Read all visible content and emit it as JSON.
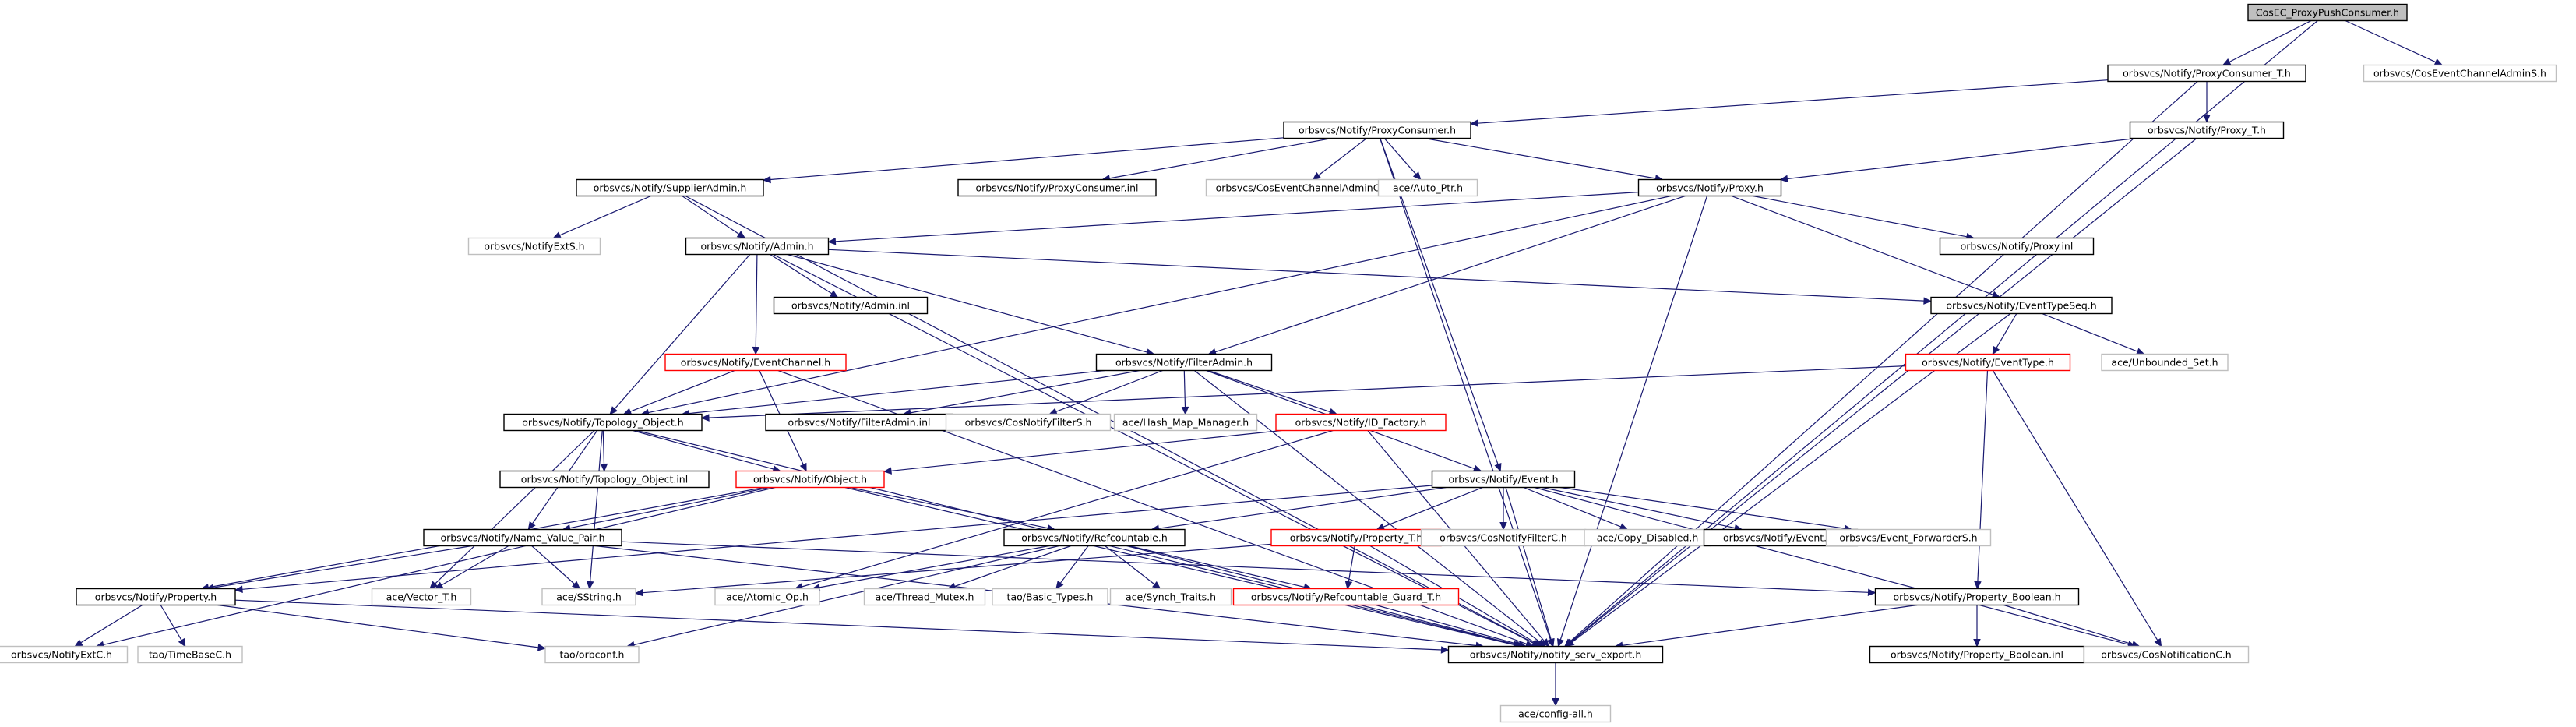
{
  "colors": {
    "edge": "#191970",
    "node_border_documented": "#000000",
    "node_border_undocumented": "#bfbfbf",
    "node_border_truncated": "#ff0000",
    "root_fill": "#bfbfbf"
  },
  "nodes": [
    {
      "id": "root",
      "label": "CosEC_ProxyPushConsumer.h",
      "style": "root"
    },
    {
      "id": "proxyconsumer_t",
      "label": "orbsvcs/Notify/ProxyConsumer_T.h",
      "style": "black"
    },
    {
      "id": "ceca_s",
      "label": "orbsvcs/CosEventChannelAdminS.h",
      "style": "gray"
    },
    {
      "id": "proxyconsumer",
      "label": "orbsvcs/Notify/ProxyConsumer.h",
      "style": "black"
    },
    {
      "id": "proxy_t",
      "label": "orbsvcs/Notify/Proxy_T.h",
      "style": "black"
    },
    {
      "id": "supplieradmin",
      "label": "orbsvcs/Notify/SupplierAdmin.h",
      "style": "black"
    },
    {
      "id": "proxyconsumer_inl",
      "label": "orbsvcs/Notify/ProxyConsumer.inl",
      "style": "black"
    },
    {
      "id": "ceca_c",
      "label": "orbsvcs/CosEventChannelAdminC.h",
      "style": "gray"
    },
    {
      "id": "auto_ptr",
      "label": "ace/Auto_Ptr.h",
      "style": "gray"
    },
    {
      "id": "proxy",
      "label": "orbsvcs/Notify/Proxy.h",
      "style": "black"
    },
    {
      "id": "notifyexts",
      "label": "orbsvcs/NotifyExtS.h",
      "style": "gray"
    },
    {
      "id": "admin",
      "label": "orbsvcs/Notify/Admin.h",
      "style": "black"
    },
    {
      "id": "proxy_inl",
      "label": "orbsvcs/Notify/Proxy.inl",
      "style": "black"
    },
    {
      "id": "admin_inl",
      "label": "orbsvcs/Notify/Admin.inl",
      "style": "black"
    },
    {
      "id": "eventtypeseq",
      "label": "orbsvcs/Notify/EventTypeSeq.h",
      "style": "black"
    },
    {
      "id": "eventchannel",
      "label": "orbsvcs/Notify/EventChannel.h",
      "style": "red"
    },
    {
      "id": "filteradmin",
      "label": "orbsvcs/Notify/FilterAdmin.h",
      "style": "black"
    },
    {
      "id": "eventtype",
      "label": "orbsvcs/Notify/EventType.h",
      "style": "red"
    },
    {
      "id": "unbounded_set",
      "label": "ace/Unbounded_Set.h",
      "style": "gray"
    },
    {
      "id": "topology_object",
      "label": "orbsvcs/Notify/Topology_Object.h",
      "style": "black"
    },
    {
      "id": "filteradmin_inl",
      "label": "orbsvcs/Notify/FilterAdmin.inl",
      "style": "black"
    },
    {
      "id": "cosnotifyfilters",
      "label": "orbsvcs/CosNotifyFilterS.h",
      "style": "gray"
    },
    {
      "id": "hash_map_manager",
      "label": "ace/Hash_Map_Manager.h",
      "style": "gray"
    },
    {
      "id": "id_factory",
      "label": "orbsvcs/Notify/ID_Factory.h",
      "style": "red"
    },
    {
      "id": "topology_object_inl",
      "label": "orbsvcs/Notify/Topology_Object.inl",
      "style": "black"
    },
    {
      "id": "object",
      "label": "orbsvcs/Notify/Object.h",
      "style": "red"
    },
    {
      "id": "event",
      "label": "orbsvcs/Notify/Event.h",
      "style": "black"
    },
    {
      "id": "name_value_pair",
      "label": "orbsvcs/Notify/Name_Value_Pair.h",
      "style": "black"
    },
    {
      "id": "refcountable",
      "label": "orbsvcs/Notify/Refcountable.h",
      "style": "black"
    },
    {
      "id": "property_t",
      "label": "orbsvcs/Notify/Property_T.h",
      "style": "red"
    },
    {
      "id": "cosnotifyfilterc",
      "label": "orbsvcs/CosNotifyFilterC.h",
      "style": "gray"
    },
    {
      "id": "copy_disabled",
      "label": "ace/Copy_Disabled.h",
      "style": "gray"
    },
    {
      "id": "event_inl",
      "label": "orbsvcs/Notify/Event.inl",
      "style": "black"
    },
    {
      "id": "event_forwarders",
      "label": "orbsvcs/Event_ForwarderS.h",
      "style": "gray"
    },
    {
      "id": "property",
      "label": "orbsvcs/Notify/Property.h",
      "style": "black"
    },
    {
      "id": "vector_t",
      "label": "ace/Vector_T.h",
      "style": "gray"
    },
    {
      "id": "sstring",
      "label": "ace/SString.h",
      "style": "gray"
    },
    {
      "id": "atomic_op",
      "label": "ace/Atomic_Op.h",
      "style": "gray"
    },
    {
      "id": "thread_mutex",
      "label": "ace/Thread_Mutex.h",
      "style": "gray"
    },
    {
      "id": "basic_types",
      "label": "tao/Basic_Types.h",
      "style": "gray"
    },
    {
      "id": "synch_traits",
      "label": "ace/Synch_Traits.h",
      "style": "gray"
    },
    {
      "id": "refcountable_guard_t",
      "label": "orbsvcs/Notify/Refcountable_Guard_T.h",
      "style": "red"
    },
    {
      "id": "property_boolean",
      "label": "orbsvcs/Notify/Property_Boolean.h",
      "style": "black"
    },
    {
      "id": "notifyextc",
      "label": "orbsvcs/NotifyExtC.h",
      "style": "gray"
    },
    {
      "id": "timebasec",
      "label": "tao/TimeBaseC.h",
      "style": "gray"
    },
    {
      "id": "orbconf",
      "label": "tao/orbconf.h",
      "style": "gray"
    },
    {
      "id": "notify_serv_export",
      "label": "orbsvcs/Notify/notify_serv_export.h",
      "style": "black"
    },
    {
      "id": "property_boolean_inl",
      "label": "orbsvcs/Notify/Property_Boolean.inl",
      "style": "black"
    },
    {
      "id": "cosnotificationc",
      "label": "orbsvcs/CosNotificationC.h",
      "style": "gray"
    },
    {
      "id": "config_all",
      "label": "ace/config-all.h",
      "style": "gray"
    }
  ],
  "edges": [
    [
      "root",
      "proxyconsumer_t"
    ],
    [
      "root",
      "ceca_s"
    ],
    [
      "root",
      "notify_serv_export"
    ],
    [
      "proxyconsumer_t",
      "proxyconsumer"
    ],
    [
      "proxyconsumer_t",
      "proxy_t"
    ],
    [
      "proxyconsumer_t",
      "notify_serv_export"
    ],
    [
      "proxy_t",
      "proxy"
    ],
    [
      "proxy_t",
      "notify_serv_export"
    ],
    [
      "proxyconsumer",
      "supplieradmin"
    ],
    [
      "proxyconsumer",
      "proxyconsumer_inl"
    ],
    [
      "proxyconsumer",
      "ceca_c"
    ],
    [
      "proxyconsumer",
      "auto_ptr"
    ],
    [
      "proxyconsumer",
      "proxy"
    ],
    [
      "proxyconsumer",
      "event"
    ],
    [
      "proxyconsumer",
      "notify_serv_export"
    ],
    [
      "supplieradmin",
      "notifyexts"
    ],
    [
      "supplieradmin",
      "admin"
    ],
    [
      "supplieradmin",
      "notify_serv_export"
    ],
    [
      "proxy",
      "proxy_inl"
    ],
    [
      "proxy",
      "eventtypeseq"
    ],
    [
      "proxy",
      "filteradmin"
    ],
    [
      "proxy",
      "admin"
    ],
    [
      "proxy",
      "topology_object"
    ],
    [
      "proxy",
      "notify_serv_export"
    ],
    [
      "admin",
      "admin_inl"
    ],
    [
      "admin",
      "eventtypeseq"
    ],
    [
      "admin",
      "filteradmin"
    ],
    [
      "admin",
      "eventchannel"
    ],
    [
      "admin",
      "topology_object"
    ],
    [
      "admin",
      "notify_serv_export"
    ],
    [
      "eventtypeseq",
      "eventtype"
    ],
    [
      "eventtypeseq",
      "unbounded_set"
    ],
    [
      "eventtypeseq",
      "notify_serv_export"
    ],
    [
      "eventtype",
      "topology_object"
    ],
    [
      "eventtype",
      "property_boolean"
    ],
    [
      "eventtype",
      "cosnotificationc"
    ],
    [
      "eventchannel",
      "topology_object"
    ],
    [
      "eventchannel",
      "object"
    ],
    [
      "eventchannel",
      "notify_serv_export"
    ],
    [
      "filteradmin",
      "filteradmin_inl"
    ],
    [
      "filteradmin",
      "cosnotifyfilters"
    ],
    [
      "filteradmin",
      "hash_map_manager"
    ],
    [
      "filteradmin",
      "id_factory"
    ],
    [
      "filteradmin",
      "event"
    ],
    [
      "filteradmin",
      "topology_object"
    ],
    [
      "filteradmin",
      "notify_serv_export"
    ],
    [
      "id_factory",
      "object"
    ],
    [
      "id_factory",
      "atomic_op"
    ],
    [
      "id_factory",
      "notify_serv_export"
    ],
    [
      "topology_object",
      "topology_object_inl"
    ],
    [
      "topology_object",
      "object"
    ],
    [
      "topology_object",
      "name_value_pair"
    ],
    [
      "topology_object",
      "vector_t"
    ],
    [
      "topology_object",
      "sstring"
    ],
    [
      "topology_object",
      "notify_serv_export"
    ],
    [
      "object",
      "refcountable"
    ],
    [
      "object",
      "name_value_pair"
    ],
    [
      "object",
      "property"
    ],
    [
      "object",
      "notifyextc"
    ],
    [
      "object",
      "notify_serv_export"
    ],
    [
      "event",
      "refcountable"
    ],
    [
      "event",
      "property_t"
    ],
    [
      "event",
      "cosnotifyfilterc"
    ],
    [
      "event",
      "copy_disabled"
    ],
    [
      "event",
      "event_inl"
    ],
    [
      "event",
      "event_forwarders"
    ],
    [
      "event",
      "property"
    ],
    [
      "event",
      "cosnotificationc"
    ],
    [
      "event",
      "notify_serv_export"
    ],
    [
      "name_value_pair",
      "property"
    ],
    [
      "name_value_pair",
      "vector_t"
    ],
    [
      "name_value_pair",
      "sstring"
    ],
    [
      "name_value_pair",
      "property_boolean"
    ],
    [
      "name_value_pair",
      "notify_serv_export"
    ],
    [
      "refcountable",
      "atomic_op"
    ],
    [
      "refcountable",
      "thread_mutex"
    ],
    [
      "refcountable",
      "basic_types"
    ],
    [
      "refcountable",
      "synch_traits"
    ],
    [
      "refcountable",
      "refcountable_guard_t"
    ],
    [
      "refcountable",
      "orbconf"
    ],
    [
      "refcountable",
      "notify_serv_export"
    ],
    [
      "property_t",
      "sstring"
    ],
    [
      "property_t",
      "refcountable_guard_t"
    ],
    [
      "property_t",
      "notify_serv_export"
    ],
    [
      "property",
      "notifyextc"
    ],
    [
      "property",
      "timebasec"
    ],
    [
      "property",
      "orbconf"
    ],
    [
      "property",
      "notify_serv_export"
    ],
    [
      "refcountable_guard_t",
      "notify_serv_export"
    ],
    [
      "property_boolean",
      "property_boolean_inl"
    ],
    [
      "property_boolean",
      "cosnotificationc"
    ],
    [
      "property_boolean",
      "notify_serv_export"
    ],
    [
      "notify_serv_export",
      "config_all"
    ]
  ]
}
